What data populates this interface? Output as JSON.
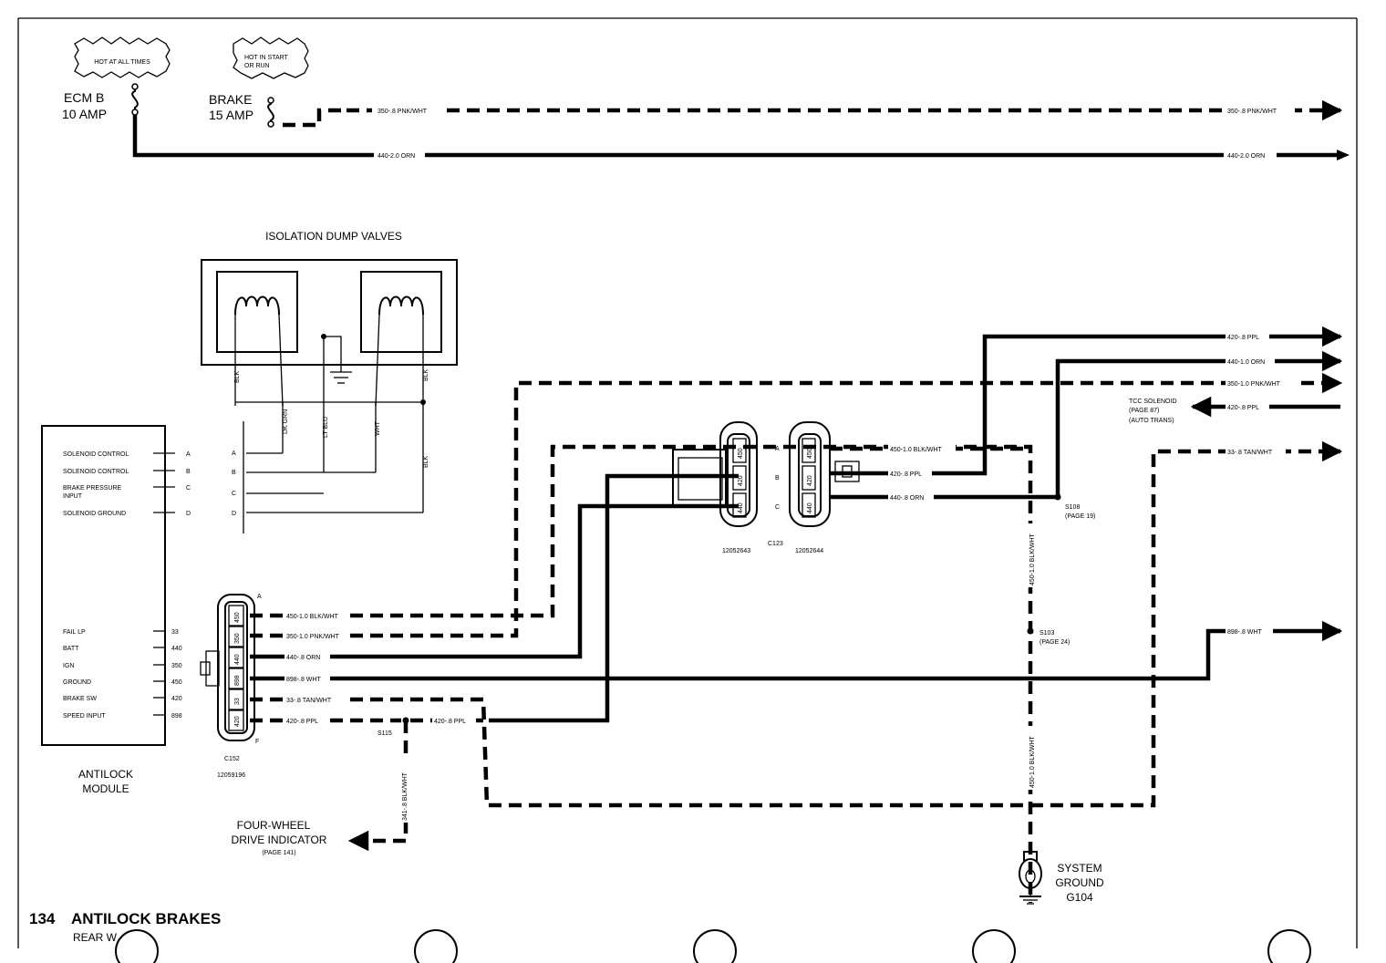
{
  "page": {
    "number": "134",
    "title": "ANTILOCK BRAKES",
    "subtitle": "REAR W"
  },
  "fuses": {
    "hot_always": "HOT AT ALL TIMES",
    "hot_start_line1": "HOT IN START",
    "hot_start_line2": "OR RUN",
    "ecm_name": "ECM B",
    "ecm_amp": "10 AMP",
    "brake_name": "BRAKE",
    "brake_amp": "15 AMP"
  },
  "wires": {
    "w350_pnk": "350-.8 PNK/WHT",
    "w440_2": "440-2.0 ORN",
    "w420_ppl": "420-.8 PPL",
    "w440_1": "440-1.0 ORN",
    "w350_1": "350-1.0 PNK/WHT",
    "w450_blk": "450-1.0 BLK/WHT",
    "w440_8": "440-.8 ORN",
    "w33": "33-.8 TAN/WHT",
    "w898": "898-.8 WHT",
    "w341": "341-.8 BLK/WHT"
  },
  "valves": {
    "title": "ISOLATION DUMP VALVES",
    "blk": "BLK",
    "dk_grn": "DK GRN",
    "lt_blu": "LT BLU",
    "wht": "WHT"
  },
  "module": {
    "title_line1": "ANTILOCK",
    "title_line2": "MODULE",
    "pins_top": [
      {
        "label": "SOLENOID CONTROL",
        "pin": "A"
      },
      {
        "label": "SOLENOID CONTROL",
        "pin": "B"
      },
      {
        "label": "BRAKE PRESSURE",
        "label2": "INPUT",
        "pin": "C"
      },
      {
        "label": "SOLENOID GROUND",
        "pin": "D"
      }
    ],
    "pins_bottom": [
      {
        "label": "FAIL LP",
        "pin": "33"
      },
      {
        "label": "BATT",
        "pin": "440"
      },
      {
        "label": "IGN",
        "pin": "350"
      },
      {
        "label": "GROUND",
        "pin": "450"
      },
      {
        "label": "BRAKE SW",
        "pin": "420"
      },
      {
        "label": "SPEED INPUT",
        "pin": "898"
      }
    ]
  },
  "connectors": {
    "c152_name": "C152",
    "c152_part": "12059196",
    "c152_pins": [
      "450",
      "350",
      "440",
      "898",
      "33",
      "420"
    ],
    "c152_a": "A",
    "c152_f": "F",
    "c123_name": "C123",
    "c123_left_part": "12052643",
    "c123_right_part": "12052644",
    "c123_left_pins": [
      "450",
      "420",
      "440"
    ],
    "c123_right_pins": [
      "450",
      "420",
      "440"
    ],
    "abc": [
      "A",
      "B",
      "C"
    ]
  },
  "splices": {
    "s108": "S108",
    "s108_page": "(PAGE 19)",
    "s103": "S103",
    "s103_page": "(PAGE 24)",
    "s115": "S115"
  },
  "tcc": {
    "line1": "TCC SOLENOID",
    "line2": "(PAGE 87)",
    "line3": "(AUTO TRANS)"
  },
  "four_wd": {
    "line1": "FOUR-WHEEL",
    "line2": "DRIVE INDICATOR",
    "line3": "(PAGE 141)"
  },
  "ground": {
    "line1": "SYSTEM",
    "line2": "GROUND",
    "line3": "G104"
  }
}
